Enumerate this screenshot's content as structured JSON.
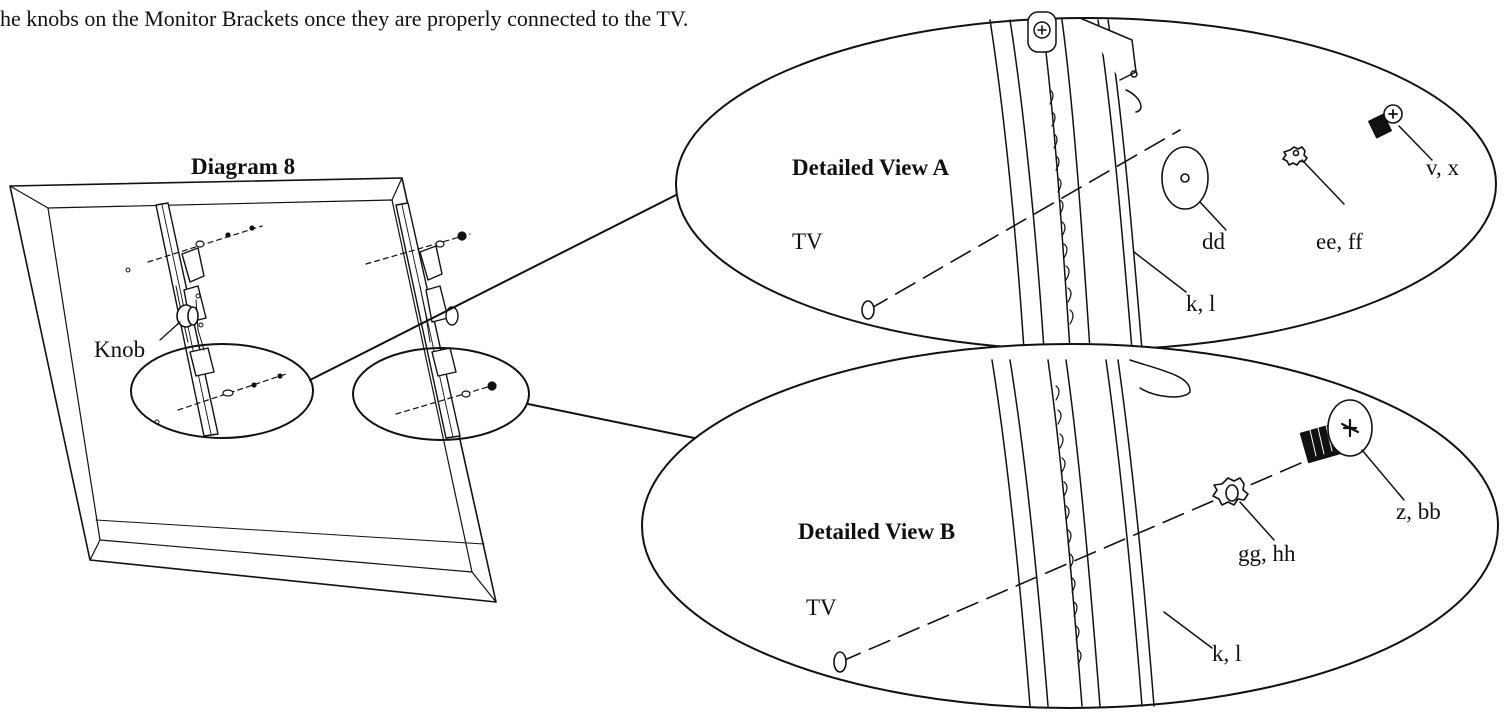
{
  "instruction_text": "he knobs on the Monitor Brackets once they are properly connected to the TV.",
  "diagram_title": "Diagram 8",
  "labels": {
    "knob": "Knob",
    "view_a_title": "Detailed View A",
    "view_b_title": "Detailed View B",
    "tv_a": "TV",
    "tv_b": "TV",
    "a_screw": "v, x",
    "a_lock_washer": "ee, ff",
    "a_washer": "dd",
    "a_bracket": "k, l",
    "b_screw": "z, bb",
    "b_lock_washer": "gg, hh",
    "b_bracket": "k, l"
  },
  "colors": {
    "line": "#111111",
    "background": "#ffffff"
  }
}
